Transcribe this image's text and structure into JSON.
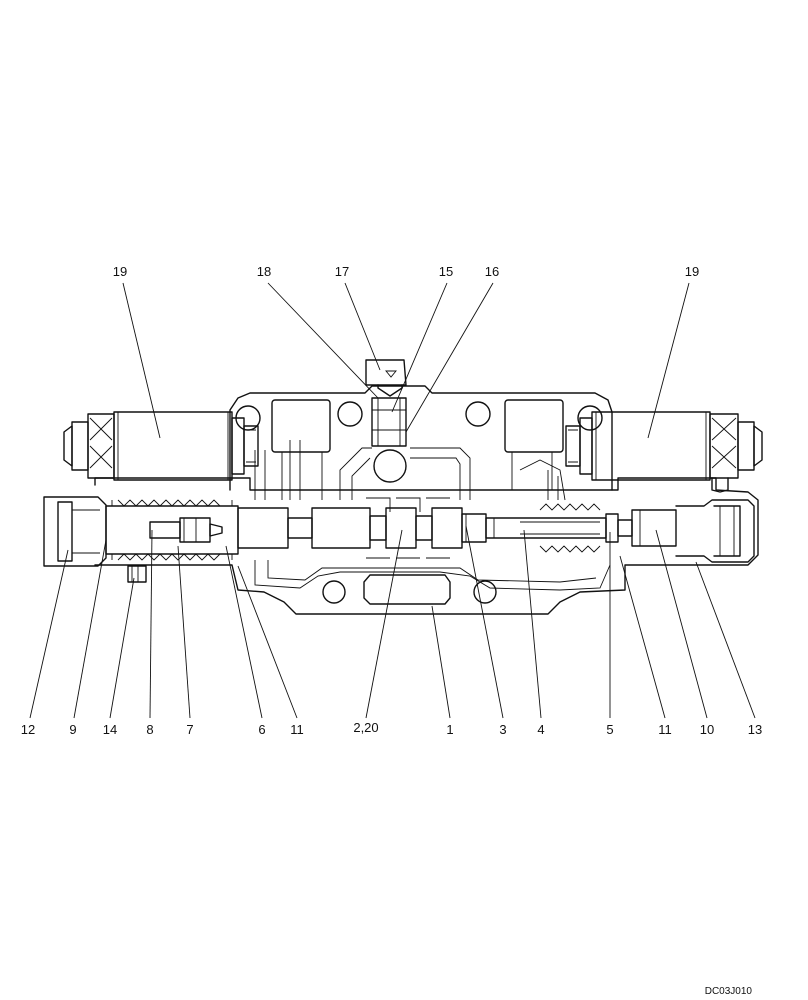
{
  "labels": {
    "top": [
      "19",
      "18",
      "17",
      "15",
      "16",
      "19"
    ],
    "bottom": [
      "12",
      "9",
      "14",
      "8",
      "7",
      "6",
      "11",
      "2,20",
      "1",
      "3",
      "4",
      "5",
      "11",
      "10",
      "13"
    ]
  },
  "drawing_code": "DC03J010"
}
